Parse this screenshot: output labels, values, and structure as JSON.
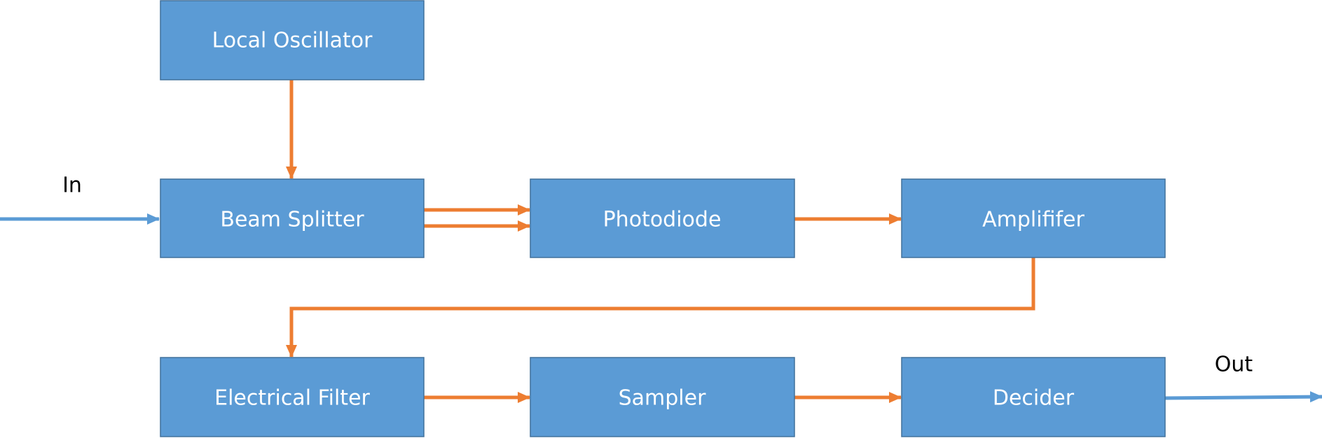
{
  "colors": {
    "block_fill": "#5b9bd5",
    "block_border": "#41719c",
    "block_text": "#ffffff",
    "electrical_signal": "#ed7d31",
    "optical_io": "#5b9bd5",
    "io_text": "#000000"
  },
  "blocks": {
    "local_oscillator": "Local Oscillator",
    "beam_splitter": "Beam Splitter",
    "photodiode": "Photodiode",
    "amplifier": "Amplififer",
    "electrical_filter": "Electrical Filter",
    "sampler": "Sampler",
    "decider": "Decider"
  },
  "io": {
    "input": "In",
    "output": "Out"
  }
}
